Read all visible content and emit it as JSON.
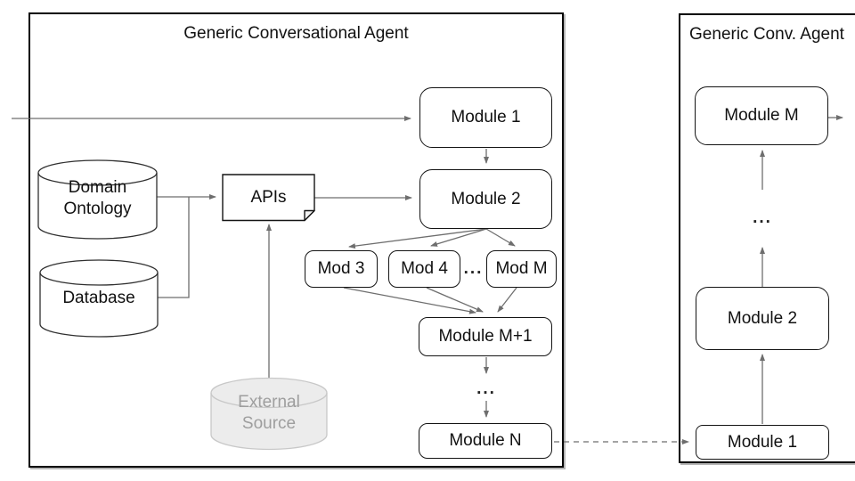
{
  "left_panel": {
    "title": "Generic Conversational Agent",
    "nodes": {
      "module_1": "Module 1",
      "module_2": "Module 2",
      "mod_3": "Mod 3",
      "mod_4": "Mod 4",
      "mod_m": "Mod M",
      "module_m_plus_1": "Module M+1",
      "module_n": "Module N",
      "domain_ontology": "Domain Ontology",
      "database": "Database",
      "apis": "APIs",
      "external_source": "External Source",
      "ellipsis_between_mods": "...",
      "ellipsis_vertical": "..."
    }
  },
  "right_panel": {
    "title": "Generic Conv. Agent",
    "nodes": {
      "module_m": "Module M",
      "module_2": "Module 2",
      "module_1": "Module 1",
      "ellipsis": "..."
    }
  },
  "colors": {
    "panel_border": "#000000",
    "node_border": "#141414",
    "connector": "#6e6e6e",
    "muted_fill": "#ececec",
    "muted_stroke": "#c8c8c8",
    "muted_text": "#9e9e9e"
  }
}
